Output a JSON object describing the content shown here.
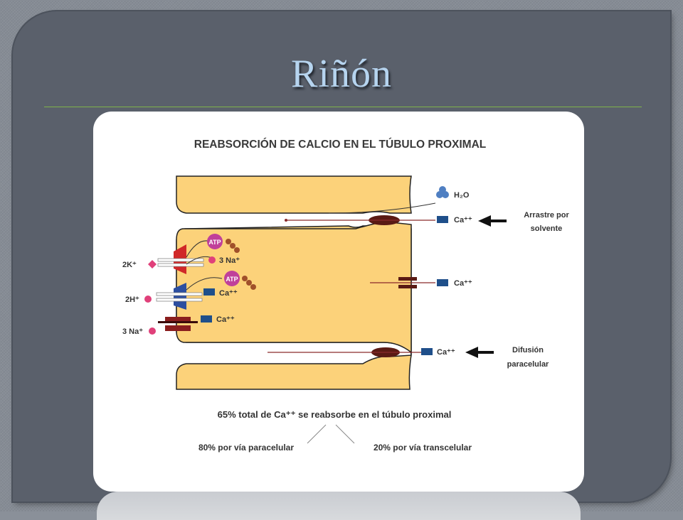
{
  "slide": {
    "title": "Riñón"
  },
  "diagram": {
    "title": "REABSORCIÓN DE CALCIO EN EL TÚBULO PROXIMAL",
    "labels": {
      "h2o": "H₂O",
      "ca": "Ca⁺⁺",
      "arrastre_line1": "Arrastre por",
      "arrastre_line2": "solvente",
      "difusion_line1": "Difusión",
      "difusion_line2": "paracelular",
      "k": "2K⁺",
      "na3_pump": "3 Na⁺",
      "h": "2H⁺",
      "na3_exch": "3 Na⁺",
      "atp": "ATP"
    },
    "footer": {
      "main": "65% total de Ca⁺⁺ se reabsorbe en el túbulo proximal",
      "left": "80% por vía paracelular",
      "right": "20% por vía transcelular"
    },
    "colors": {
      "cell": "#fcd27a",
      "cell_outline": "#222222",
      "ca_square": "#1f4f8a",
      "junction": "#5a1a14"
    }
  }
}
